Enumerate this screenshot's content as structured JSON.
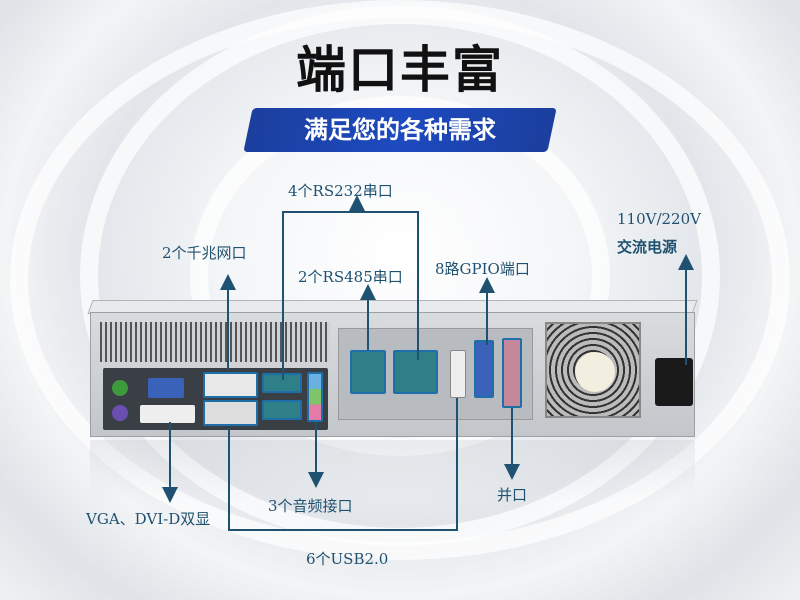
{
  "header": {
    "title": "端口丰富",
    "subtitle": "满足您的各种需求"
  },
  "labels": {
    "rs232": "4个RS232串口",
    "lan": "2个千兆网口",
    "rs485": "2个RS485串口",
    "gpio": "8路GPIO端口",
    "power_line1": "110V/220V",
    "power_line2": "交流电源",
    "vga_dvi": "VGA、DVI-D双显",
    "audio": "3个音频接口",
    "parallel": "并口",
    "usb": "6个USB2.0"
  },
  "colors": {
    "label": "#1f5170",
    "banner": "#1d45b0",
    "line": "#1f5170"
  }
}
